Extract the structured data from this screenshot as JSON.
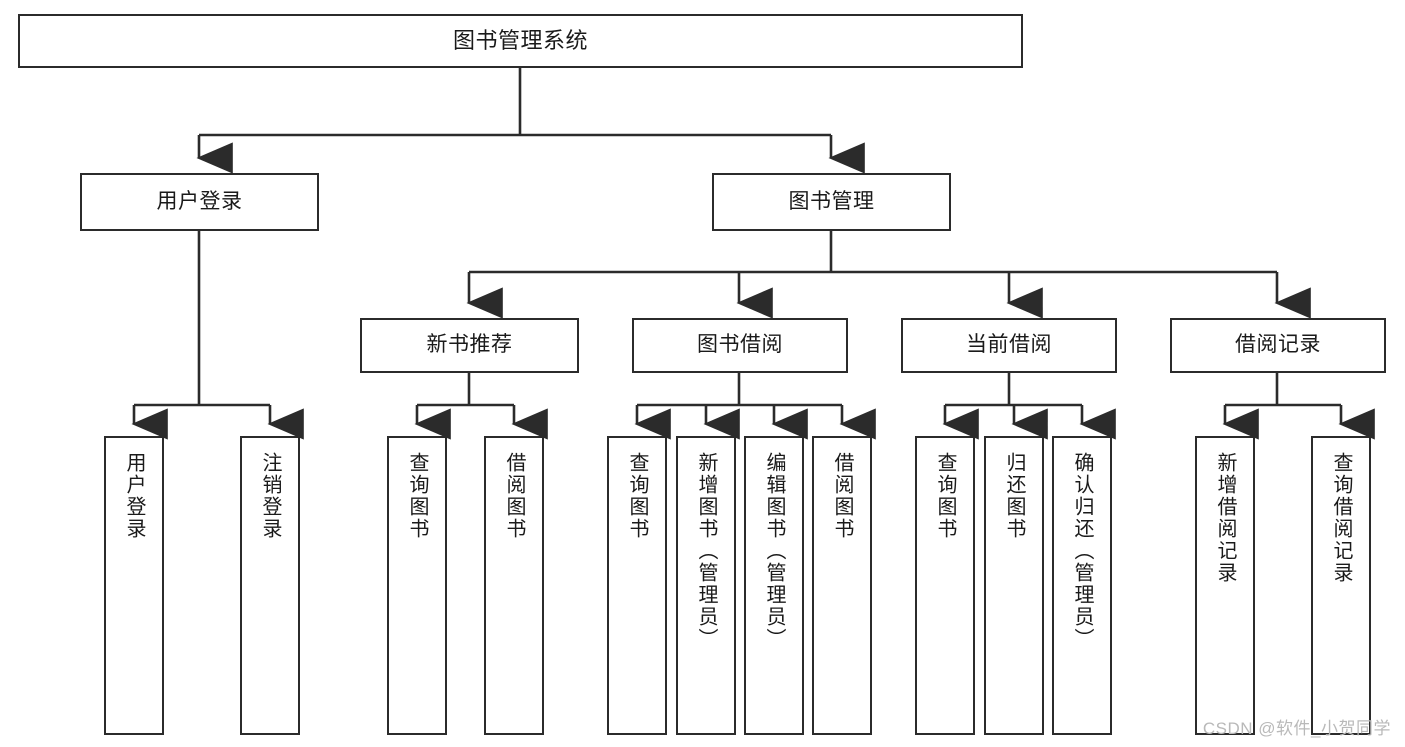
{
  "diagram": {
    "title": "图书管理系统",
    "type": "hierarchy-tree",
    "stroke_color": "#2b2b2b",
    "fill_color": "#ffffff",
    "text_color": "#1a1a1a",
    "watermark": "CSDN @软件_小贺同学",
    "root": {
      "label": "图书管理系统"
    },
    "level2": [
      {
        "label": "用户登录"
      },
      {
        "label": "图书管理"
      }
    ],
    "level3": [
      {
        "label": "新书推荐"
      },
      {
        "label": "图书借阅"
      },
      {
        "label": "当前借阅"
      },
      {
        "label": "借阅记录"
      }
    ],
    "leaves": {
      "user_login": [
        {
          "label": "用户登录"
        },
        {
          "label": "注销登录"
        }
      ],
      "new_book_recommend": [
        {
          "label": "查询图书"
        },
        {
          "label": "借阅图书"
        }
      ],
      "book_borrow": [
        {
          "label": "查询图书"
        },
        {
          "label": "新增图书（管理员）"
        },
        {
          "label": "编辑图书（管理员）"
        },
        {
          "label": "借阅图书"
        }
      ],
      "current_borrow": [
        {
          "label": "查询图书"
        },
        {
          "label": "归还图书"
        },
        {
          "label": "确认归还（管理员）"
        }
      ],
      "borrow_record": [
        {
          "label": "新增借阅记录"
        },
        {
          "label": "查询借阅记录"
        }
      ]
    }
  }
}
